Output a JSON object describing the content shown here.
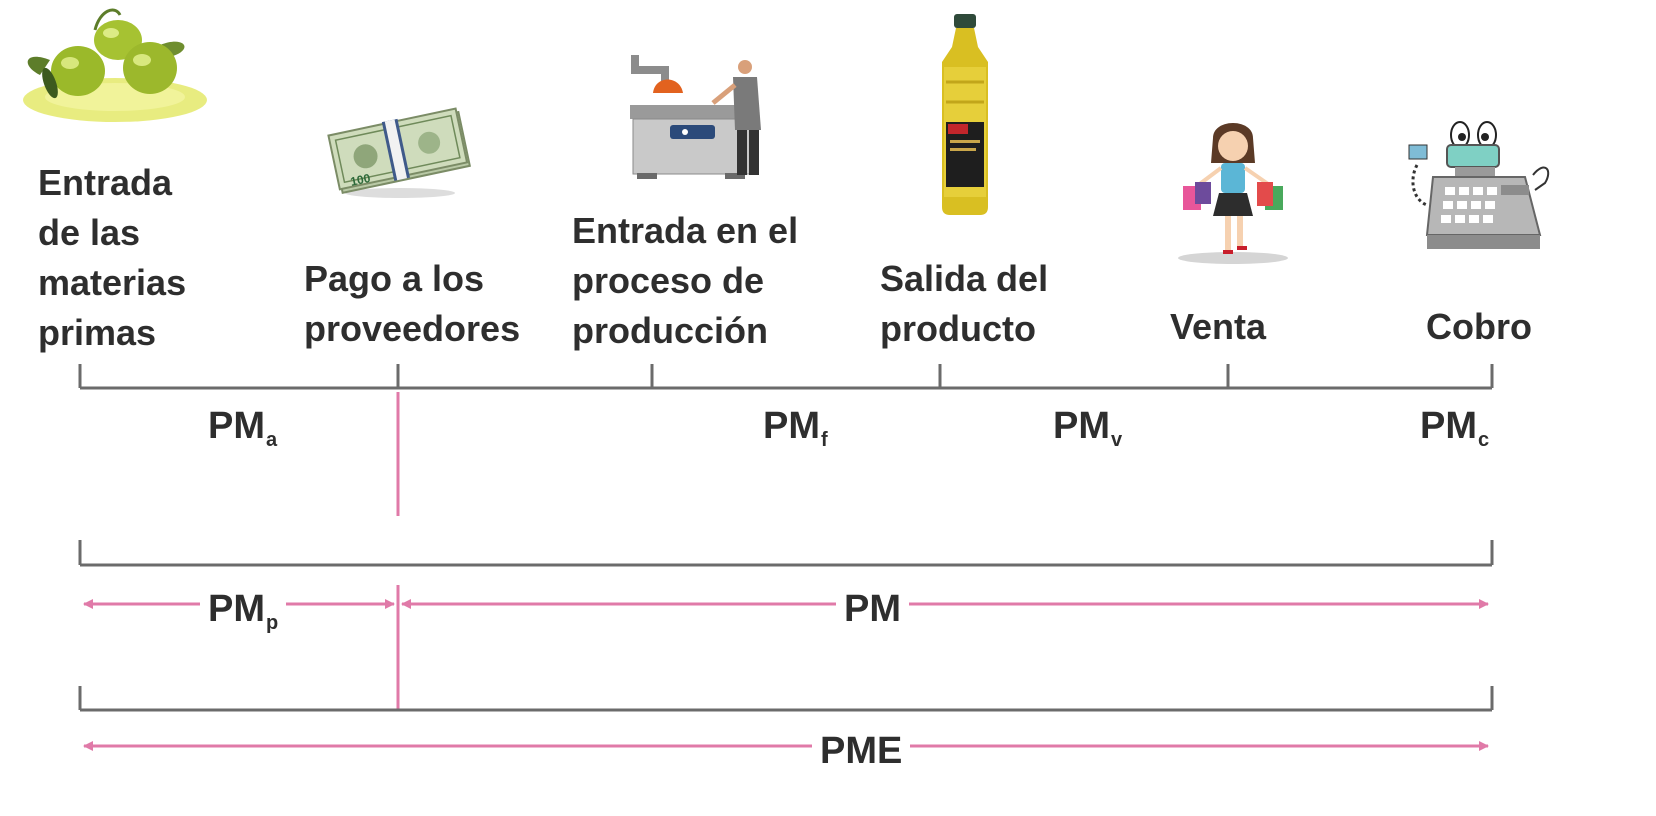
{
  "events": [
    {
      "id": "entrada-materias",
      "lines": [
        "Entrada",
        "de las",
        "materias",
        "primas"
      ]
    },
    {
      "id": "pago-proveedores",
      "lines": [
        "Pago a los",
        "proveedores"
      ]
    },
    {
      "id": "entrada-produccion",
      "lines": [
        "Entrada en el",
        "proceso de",
        "producción"
      ]
    },
    {
      "id": "salida-producto",
      "lines": [
        "Salida del",
        "producto"
      ]
    },
    {
      "id": "venta",
      "lines": [
        "Venta"
      ]
    },
    {
      "id": "cobro",
      "lines": [
        "Cobro"
      ]
    }
  ],
  "periods": {
    "pma": {
      "base": "PM",
      "sub": "a"
    },
    "pmf": {
      "base": "PM",
      "sub": "f"
    },
    "pmv": {
      "base": "PM",
      "sub": "v"
    },
    "pmc": {
      "base": "PM",
      "sub": "c"
    },
    "pmp": {
      "base": "PM",
      "sub": "p"
    },
    "pm": {
      "base": "PM"
    },
    "pme": {
      "base": "PME"
    }
  },
  "colors": {
    "line": "#6b6b6b",
    "accent": "#e07aa8"
  },
  "icons": [
    "olives-icon",
    "banknotes-icon",
    "factory-worker-icon",
    "oil-bottle-icon",
    "shopper-icon",
    "cash-register-icon"
  ]
}
